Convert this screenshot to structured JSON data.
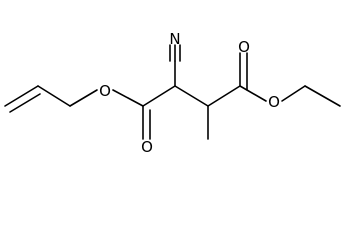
{
  "diagram": {
    "colors": {
      "background": "#ffffff",
      "bond": "#000000",
      "atom_label": "#000000"
    },
    "atom_labels": {
      "nitrogen": "N",
      "ester_oxygen_left": "O",
      "carbonyl_oxygen_left": "O",
      "carbonyl_oxygen_right": "O",
      "ester_oxygen_right": "O"
    }
  }
}
